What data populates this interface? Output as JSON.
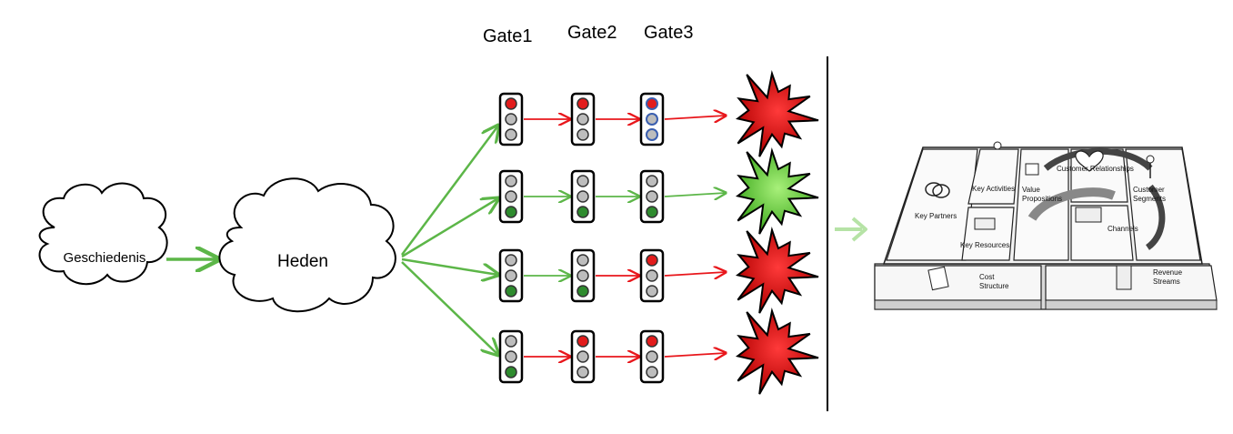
{
  "gates": [
    "Gate1",
    "Gate2",
    "Gate3"
  ],
  "clouds": {
    "past": "Geschiedenis",
    "present": "Heden"
  },
  "colors": {
    "green_arrow": "#5cb648",
    "red_arrow": "#e8161b",
    "light_green_arrow": "#b6e3a6",
    "light_red": "#e21c1c",
    "light_green": "#2e8b2e",
    "light_off": "#bdbdbd",
    "blue_outline": "#3b5fb0",
    "burst_red": "#d10a0a",
    "burst_green": "#6ad13a"
  },
  "scenarios": [
    {
      "lights": [
        "red",
        "red",
        "blue-red"
      ],
      "outcome": "red"
    },
    {
      "lights": [
        "green",
        "green",
        "green"
      ],
      "outcome": "green"
    },
    {
      "lights": [
        "green",
        "green",
        "red"
      ],
      "outcome": "red"
    },
    {
      "lights": [
        "green",
        "red",
        "red"
      ],
      "outcome": "red"
    }
  ],
  "business_model": {
    "key_partners": "Key Partners",
    "key_activities": "Key Activities",
    "key_resources": "Key Resources",
    "value_propositions": "Value\nPropositions",
    "customer_relationships": "Customer Relationships",
    "channels": "Channels",
    "customer_segments": "Customer\nSegments",
    "cost_structure": "Cost\nStructure",
    "revenue_streams": "Revenue\nStreams"
  }
}
